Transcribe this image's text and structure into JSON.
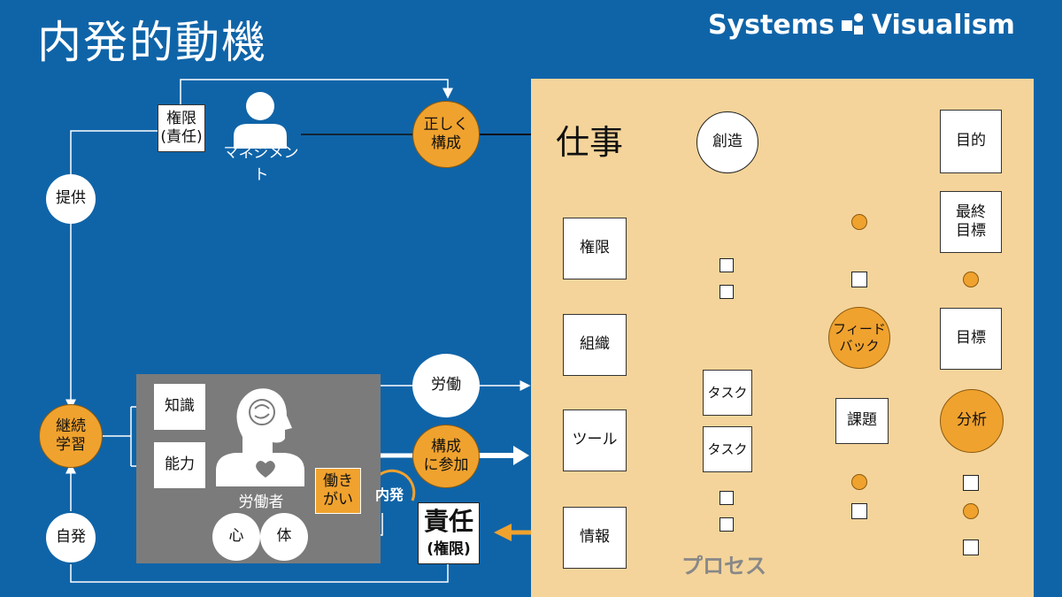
{
  "title": "内発的動機",
  "brand": {
    "left": "Systems",
    "right": "Visualism"
  },
  "management": {
    "label": "マネジメント",
    "authority_line1": "権限",
    "authority_line2": "(責任)"
  },
  "nodes": {
    "provide": "提供",
    "correct_line1": "正しく",
    "correct_line2": "構成",
    "work": "仕事",
    "continuous_line1": "継続",
    "continuous_line2": "学習",
    "knowledge": "知識",
    "ability": "能力",
    "worker": "労働者",
    "mind": "心",
    "body": "体",
    "labor": "労働",
    "participate_line1": "構成",
    "participate_line2": "に参加",
    "worth_line1": "働き",
    "worth_line2": "がい",
    "intrinsic": "内発",
    "responsibility": "責任",
    "authority_sub": "(権限)",
    "voluntary": "自発"
  },
  "process": {
    "resources": [
      "権限",
      "組織",
      "ツール",
      "情報"
    ],
    "create": "創造",
    "task1": "タスク",
    "task2": "タスク",
    "purpose": "目的",
    "final_line1": "最終",
    "final_line2": "目標",
    "goal": "目標",
    "feedback_line1": "フィード",
    "feedback_line2": "バック",
    "issue": "課題",
    "analysis": "分析",
    "process_label": "プロセス"
  },
  "colors": {
    "background": "#0f64a8",
    "panel": "#f4d49a",
    "accent": "#f0a22e",
    "worker_panel": "#7b7b7b"
  }
}
